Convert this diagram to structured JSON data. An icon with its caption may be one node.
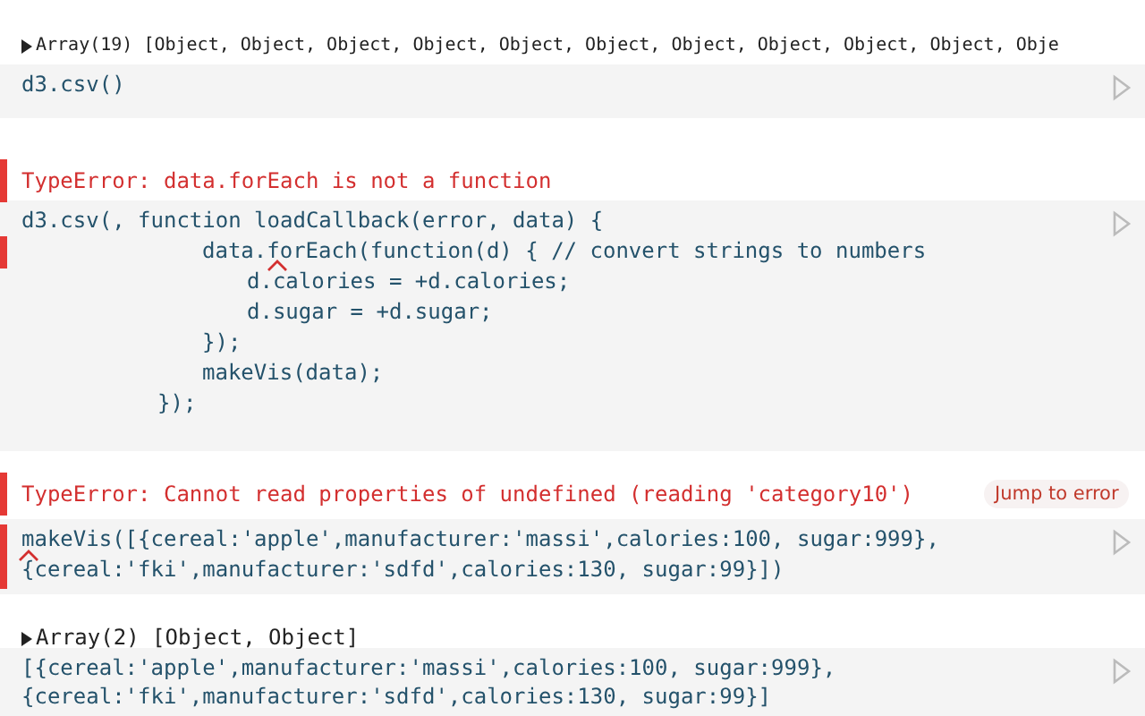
{
  "diagram": {
    "nodes": [
      {
        "text": [
          "d3.csv()"
        ]
      },
      {
        "text": [
          "d3.csv(, function loadCallback(error, data) {",
          "data.forEach(function(d) { // convert strings to numbers",
          "d.calories = +d.calories;",
          "d.sugar = +d.sugar;",
          "});",
          "makeVis(data);",
          "});"
        ]
      },
      {
        "text": [
          "makeVis([{cereal:'apple',manufacturer:'massi',calories:100, sugar:999},",
          "{cereal:'fki',manufacturer:'sdfd',calories:130, sugar:99}])"
        ]
      },
      {
        "text": [
          "[{cereal:'apple',manufacturer:'massi',calories:100, sugar:999},",
          "{cereal:'fki',manufacturer:'sdfd',calories:130, sugar:99}]"
        ]
      }
    ],
    "labels": [
      "Array(19) [Object, Object, Object, Object, Object, Object, Object, Object, Object, Object, Obje",
      "TypeError: data.forEach is not a function",
      "TypeError: Cannot read properties of undefined (reading 'category10')",
      "Jump to error",
      "Array(2) [Object, Object]"
    ]
  }
}
